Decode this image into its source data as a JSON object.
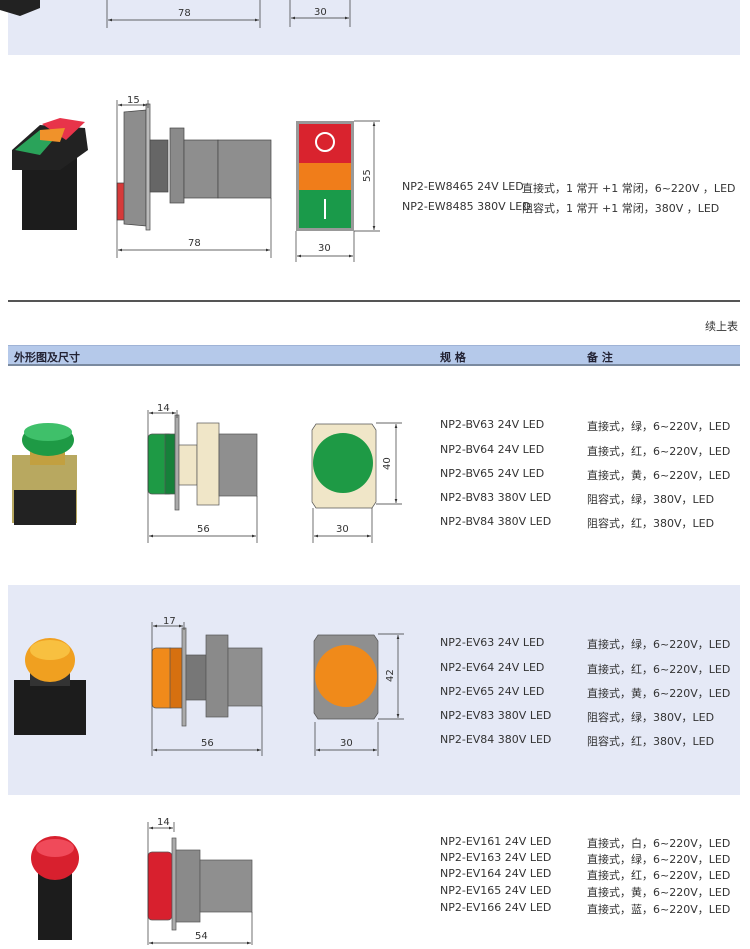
{
  "top_dims": {
    "length": "78",
    "width": "30"
  },
  "ew": {
    "dims": {
      "depth": "15",
      "length": "78",
      "height": "55",
      "width": "30"
    },
    "rows": [
      {
        "spec": "NP2-EW8465 24V LED",
        "note": "直接式，1 常开 +1 常闭，6~220V ，LED"
      },
      {
        "spec": "NP2-EW8485 380V LED",
        "note": "阻容式，1 常开 +1 常闭，380V ，LED"
      }
    ]
  },
  "continued": "续上表",
  "header": {
    "shape": "外形图及尺寸",
    "spec": "规 格",
    "note": "备 注"
  },
  "bv": {
    "dims": {
      "depth": "14",
      "length": "56",
      "height": "40",
      "width": "30"
    },
    "rows": [
      {
        "spec": "NP2-BV63 24V LED",
        "note": "直接式，绿，6~220V，LED"
      },
      {
        "spec": "NP2-BV64 24V LED",
        "note": "直接式，红，6~220V，LED"
      },
      {
        "spec": "NP2-BV65 24V LED",
        "note": "直接式，黄，6~220V，LED"
      },
      {
        "spec": "NP2-BV83 380V LED",
        "note": "阻容式，绿，380V，LED"
      },
      {
        "spec": "NP2-BV84 380V LED",
        "note": "阻容式，红，380V，LED"
      }
    ]
  },
  "ev": {
    "dims": {
      "depth": "17",
      "length": "56",
      "height": "42",
      "width": "30"
    },
    "rows": [
      {
        "spec": "NP2-EV63 24V LED",
        "note": "直接式，绿，6~220V，LED"
      },
      {
        "spec": "NP2-EV64 24V LED",
        "note": "直接式，红，6~220V，LED"
      },
      {
        "spec": "NP2-EV65 24V LED",
        "note": "直接式，黄，6~220V，LED"
      },
      {
        "spec": "NP2-EV83 380V LED",
        "note": "阻容式，绿，380V，LED"
      },
      {
        "spec": "NP2-EV84 380V LED",
        "note": "阻容式，红，380V，LED"
      }
    ]
  },
  "ev16": {
    "dims": {
      "depth": "14",
      "length": "54"
    },
    "rows": [
      {
        "spec": "NP2-EV161 24V LED",
        "note": "直接式，白，6~220V，LED"
      },
      {
        "spec": "NP2-EV163 24V LED",
        "note": "直接式，绿，6~220V，LED"
      },
      {
        "spec": "NP2-EV164 24V LED",
        "note": "直接式，红，6~220V，LED"
      },
      {
        "spec": "NP2-EV165 24V LED",
        "note": "直接式，黄，6~220V，LED"
      },
      {
        "spec": "NP2-EV166 24V LED",
        "note": "直接式，蓝，6~220V，LED"
      }
    ]
  },
  "colors": {
    "band": "#e5e9f6",
    "header": "#b5c9ea",
    "green": "#1a9a4a",
    "red": "#d9232e",
    "orange": "#f07d1a"
  }
}
